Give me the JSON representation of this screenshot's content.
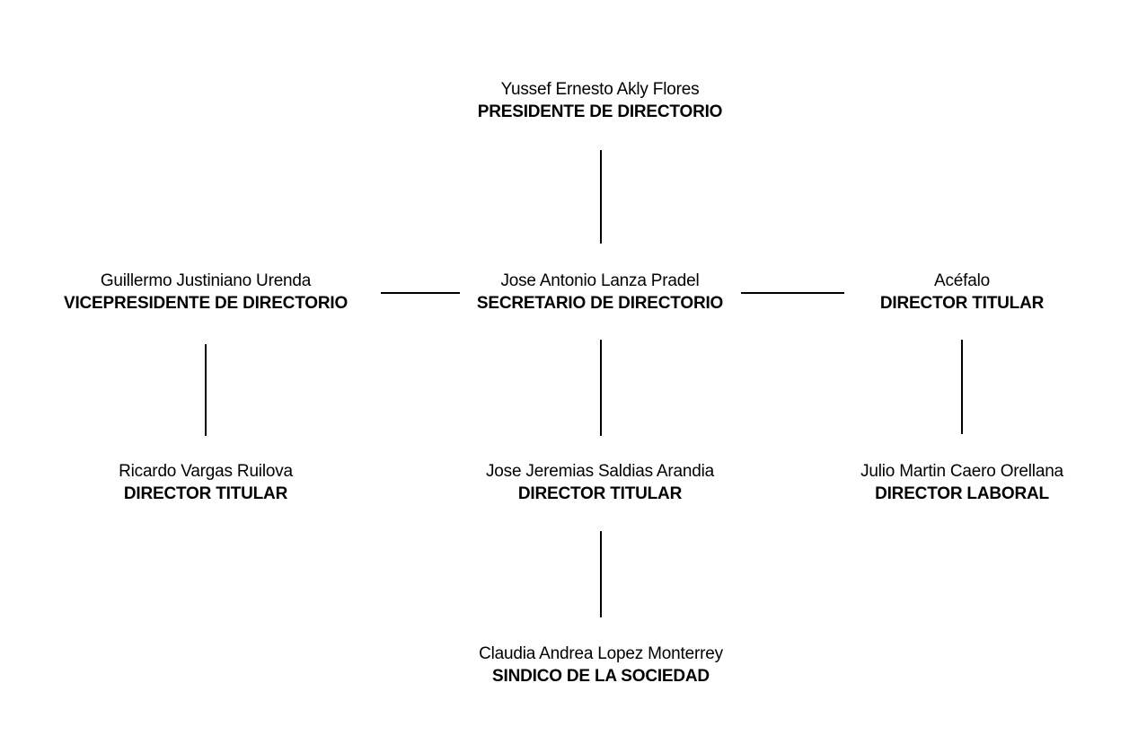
{
  "org_chart": {
    "background_color": "#ffffff",
    "text_color": "#000000",
    "line_color": "#000000",
    "nodes": [
      {
        "id": "presidente",
        "name": "Yussef Ernesto Akly Flores",
        "title": "PRESIDENTE DE DIRECTORIO"
      },
      {
        "id": "vicepresidente",
        "name": "Guillermo Justiniano Urenda",
        "title": "VICEPRESIDENTE DE DIRECTORIO"
      },
      {
        "id": "secretario",
        "name": "Jose Antonio Lanza Pradel",
        "title": "SECRETARIO DE DIRECTORIO"
      },
      {
        "id": "dt-acefalo",
        "name": "Acéfalo",
        "title": "DIRECTOR TITULAR"
      },
      {
        "id": "dt-ricardo",
        "name": "Ricardo Vargas Ruilova",
        "title": "DIRECTOR TITULAR"
      },
      {
        "id": "dt-jose",
        "name": "Jose Jeremias Saldias Arandia",
        "title": "DIRECTOR TITULAR"
      },
      {
        "id": "dl-julio",
        "name": "Julio Martin Caero Orellana",
        "title": "DIRECTOR LABORAL"
      },
      {
        "id": "sindico",
        "name": "Claudia Andrea Lopez Monterrey",
        "title": "SINDICO DE LA SOCIEDAD"
      }
    ],
    "edges": [
      {
        "from": "presidente",
        "to": "secretario"
      },
      {
        "from": "secretario",
        "to": "vicepresidente"
      },
      {
        "from": "secretario",
        "to": "dt-acefalo"
      },
      {
        "from": "vicepresidente",
        "to": "dt-ricardo"
      },
      {
        "from": "secretario",
        "to": "dt-jose"
      },
      {
        "from": "dt-acefalo",
        "to": "dl-julio"
      },
      {
        "from": "dt-jose",
        "to": "sindico"
      }
    ]
  }
}
